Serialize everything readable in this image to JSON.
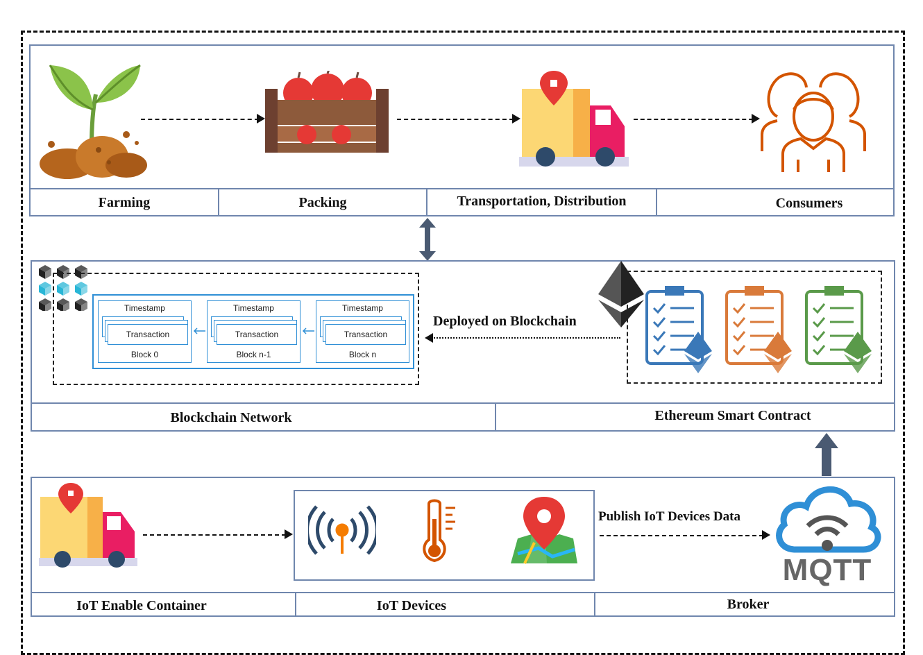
{
  "supply_chain": {
    "stages": [
      {
        "label": "Farming",
        "icon": "plant-icon"
      },
      {
        "label": "Packing",
        "icon": "apple-crate-icon"
      },
      {
        "label": "Transportation, Distribution",
        "icon": "delivery-truck-icon"
      },
      {
        "label": "Consumers",
        "icon": "consumers-icon"
      }
    ]
  },
  "blockchain": {
    "network_label": "Blockchain Network",
    "contract_label": "Ethereum Smart Contract",
    "deployed_label": "Deployed on Blockchain",
    "blocks": [
      {
        "timestamp": "Timestamp",
        "transaction": "Transaction",
        "name": "Block 0"
      },
      {
        "timestamp": "Timestamp",
        "transaction": "Transaction",
        "name": "Block n-1"
      },
      {
        "timestamp": "Timestamp",
        "transaction": "Transaction",
        "name": "Block n"
      }
    ],
    "clipboard_colors": [
      "#3a78b8",
      "#d97a3a",
      "#5a9a4a"
    ]
  },
  "iot": {
    "container_label": "IoT Enable Container",
    "devices_label": "IoT Devices",
    "broker_label": "Broker",
    "publish_label": "Publish IoT Devices Data",
    "mqtt_text": "MQTT"
  },
  "colors": {
    "panel_border": "#6f86ad",
    "arrow": "#4a5a72",
    "block_blue": "#2f8fd6"
  }
}
